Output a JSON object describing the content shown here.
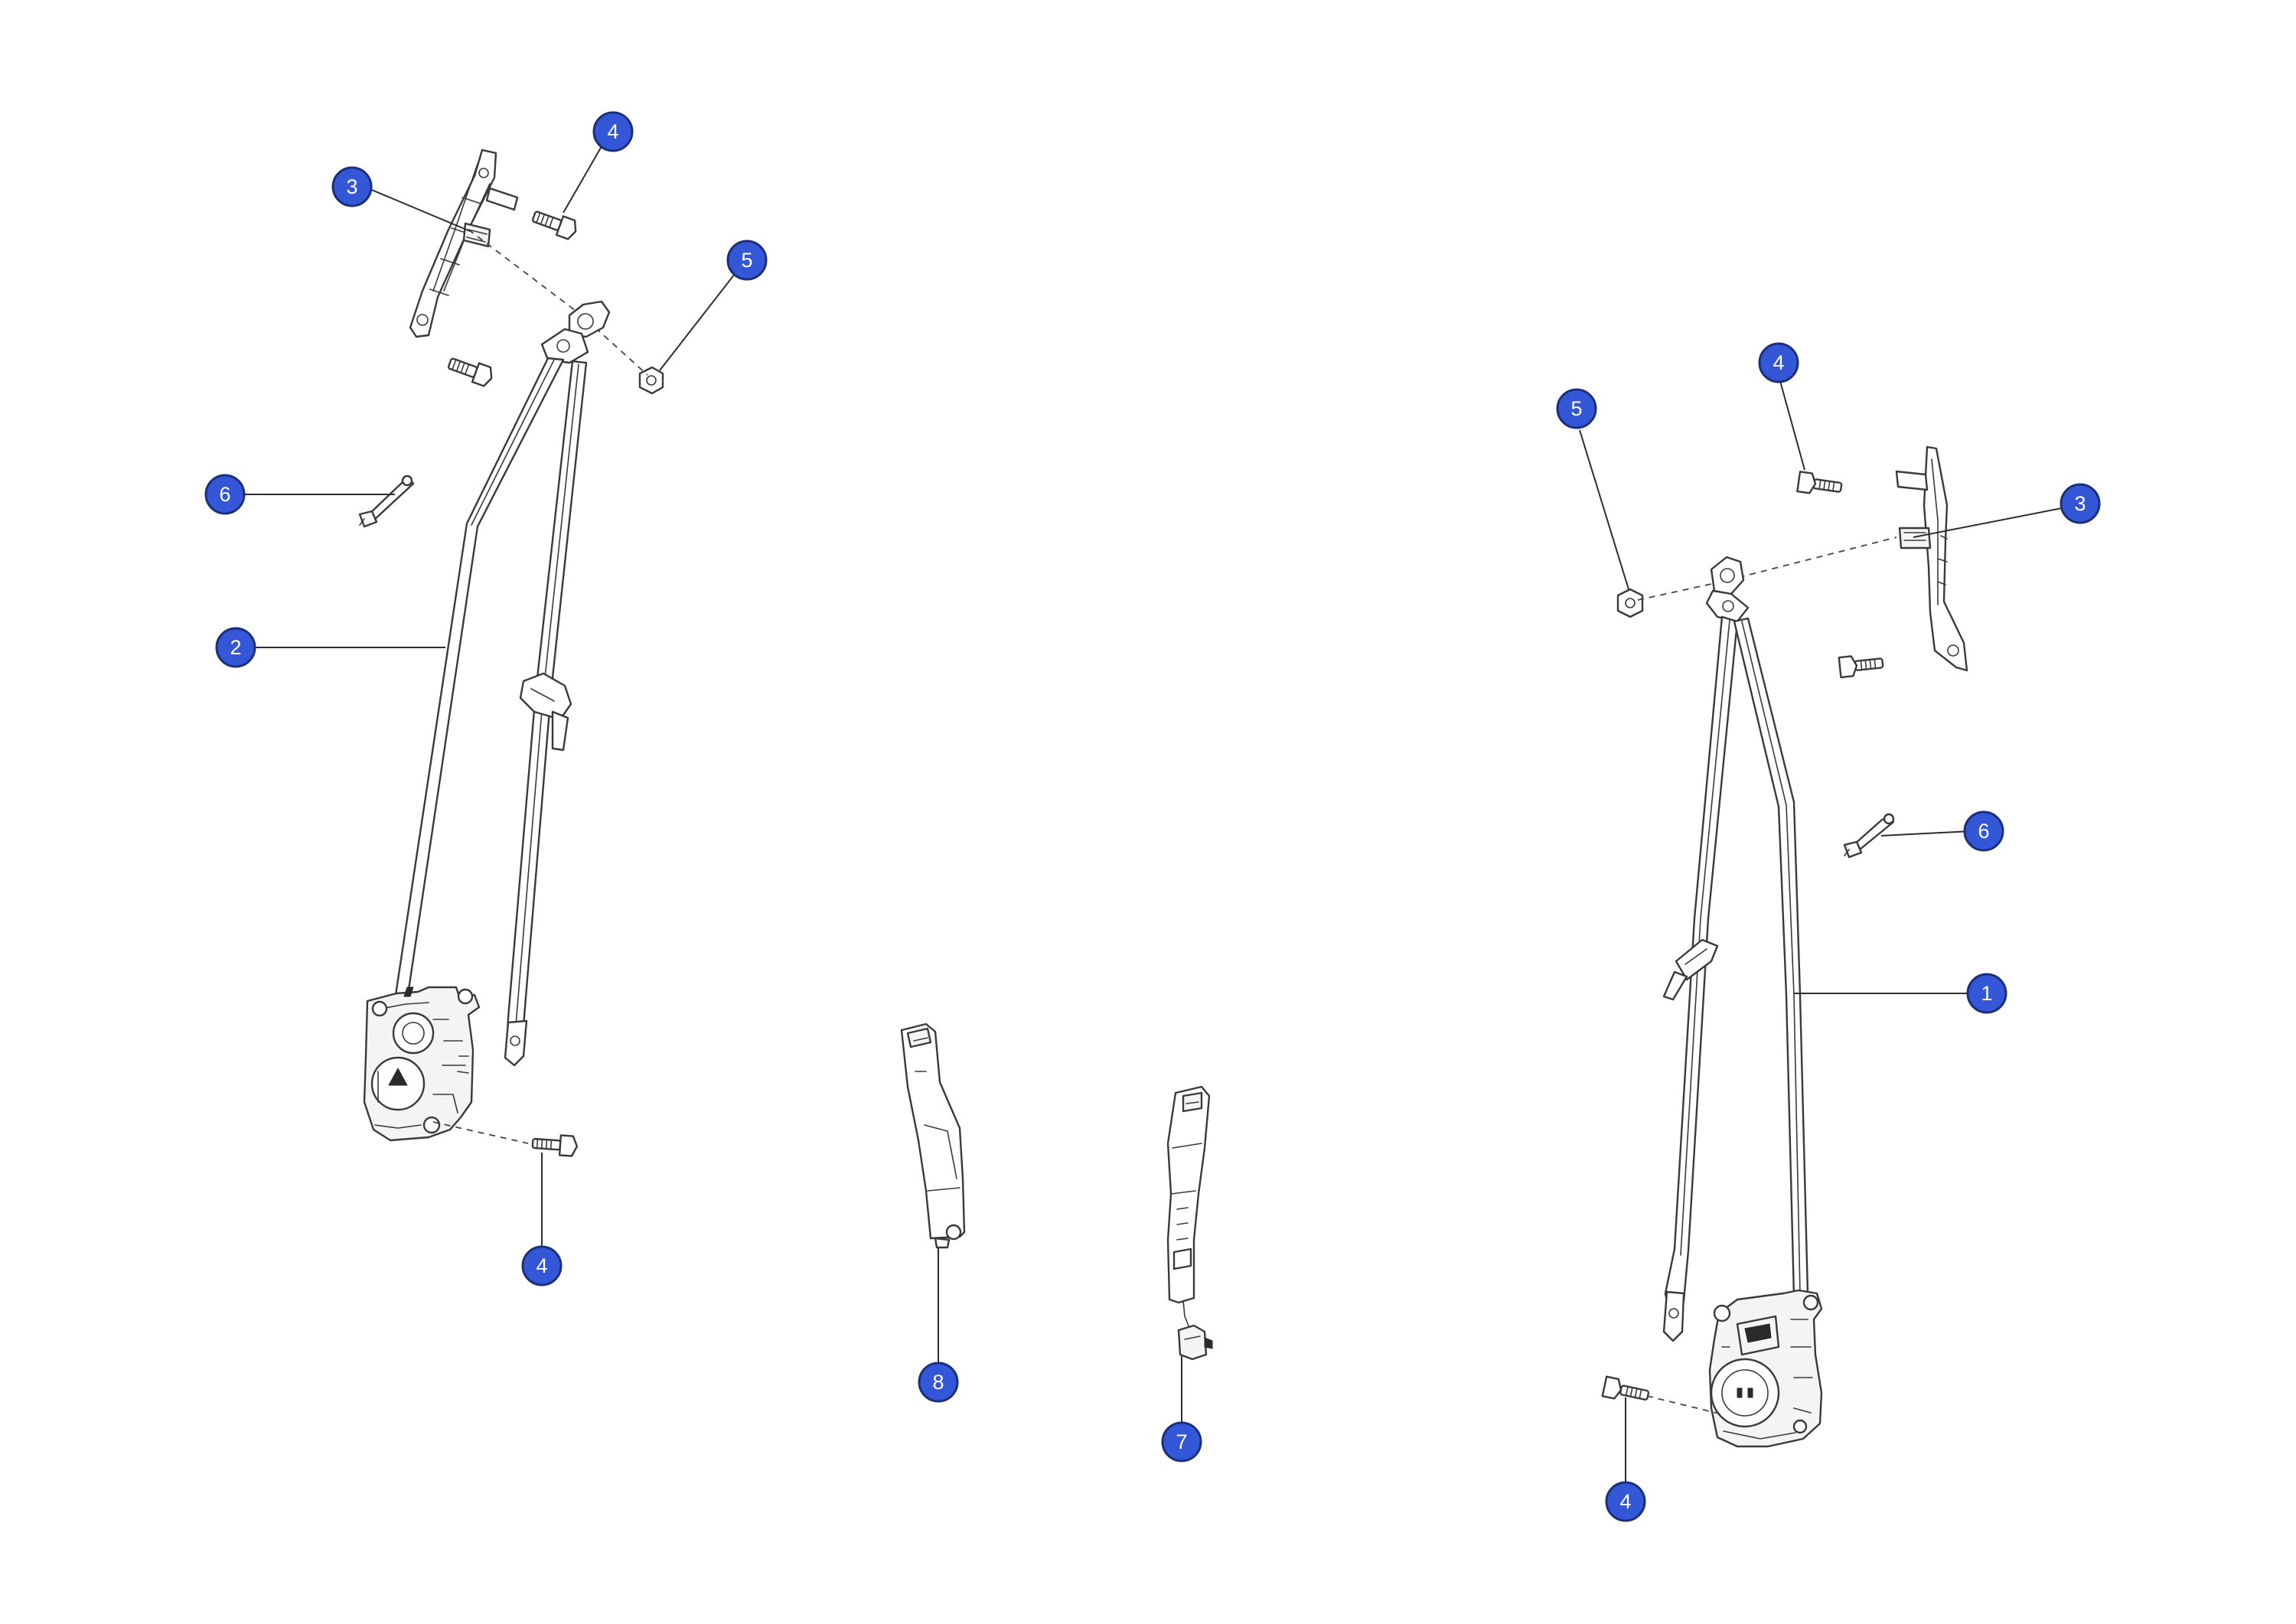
{
  "colors": {
    "callout_fill": "#3357d6",
    "callout_text": "#ffffff",
    "line_art": "#3a3a3a",
    "background": "#ffffff"
  },
  "callouts": {
    "c_left_3": "3",
    "c_left_4_top": "4",
    "c_left_5": "5",
    "c_left_6": "6",
    "c_left_2": "2",
    "c_left_4_bottom": "4",
    "c_center_8": "8",
    "c_center_7": "7",
    "c_right_4_top": "4",
    "c_right_5": "5",
    "c_right_3": "3",
    "c_right_6": "6",
    "c_right_1": "1",
    "c_right_4_bottom": "4"
  },
  "parts": {
    "belt_right_front": "1",
    "belt_left_front": "2",
    "height_adjuster": "3",
    "bolt": "4",
    "nut": "5",
    "clip": "6",
    "buckle_with_harness": "7",
    "buckle": "8"
  }
}
